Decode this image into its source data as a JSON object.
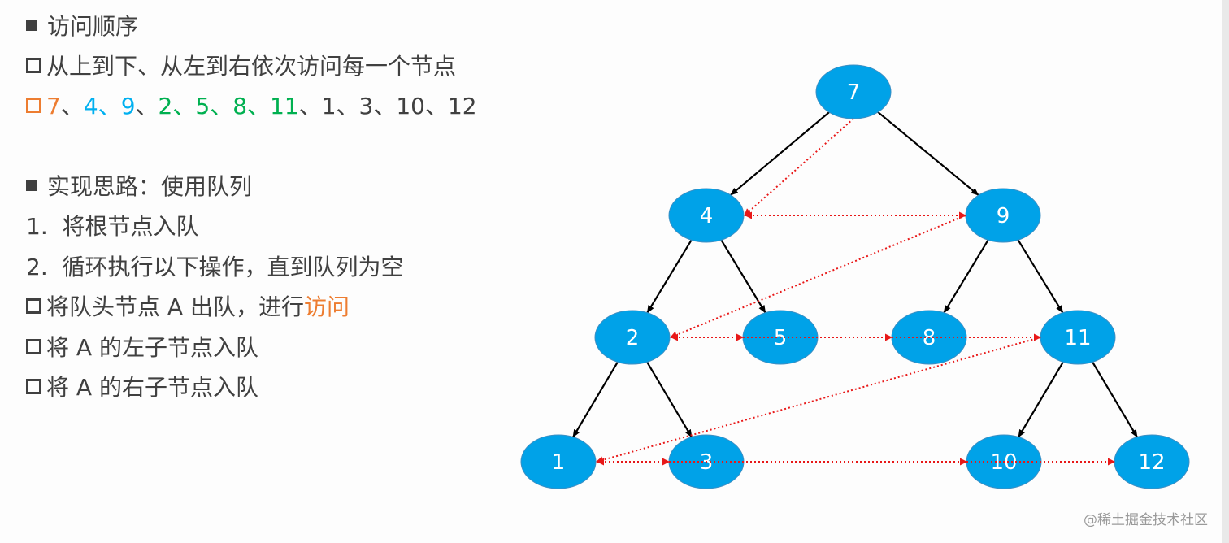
{
  "visit_order": {
    "heading": "访问顺序",
    "rule": "从上到下、从左到右依次访问每一个节点",
    "sequence": [
      {
        "text": "7",
        "color": "#ED7D31"
      },
      {
        "text": "、",
        "color": "#404040"
      },
      {
        "text": "4",
        "color": "#00B0F0"
      },
      {
        "text": "、",
        "color": "#00B0F0"
      },
      {
        "text": "9",
        "color": "#00B0F0"
      },
      {
        "text": "、",
        "color": "#404040"
      },
      {
        "text": "2",
        "color": "#00B050"
      },
      {
        "text": "、",
        "color": "#00B050"
      },
      {
        "text": "5",
        "color": "#00B050"
      },
      {
        "text": "、",
        "color": "#00B050"
      },
      {
        "text": "8",
        "color": "#00B050"
      },
      {
        "text": "、",
        "color": "#00B050"
      },
      {
        "text": "11",
        "color": "#00B050"
      },
      {
        "text": "、1、3、10、12",
        "color": "#404040"
      }
    ]
  },
  "implementation": {
    "heading": "实现思路：使用队列",
    "step1": "1.  将根节点入队",
    "step2": "2.  循环执行以下操作，直到队列为空",
    "sub1_prefix": "将队头节点 A 出队，进行",
    "sub1_highlight": "访问",
    "sub2": "将 A 的左子节点入队",
    "sub3": "将 A 的右子节点入队"
  },
  "tree": {
    "node_color": "#00A2E8",
    "edge_color": "#000000",
    "traversal_color": "#E81818",
    "nodes": {
      "n7": "7",
      "n4": "4",
      "n9": "9",
      "n2": "2",
      "n5": "5",
      "n8": "8",
      "n11": "11",
      "n1": "1",
      "n3": "3",
      "n10": "10",
      "n12": "12"
    }
  },
  "watermark": "@稀土掘金技术社区",
  "colors": {
    "text": "#404040",
    "accent_orange": "#ED7D31",
    "accent_blue": "#00B0F0",
    "accent_green": "#00B050"
  }
}
